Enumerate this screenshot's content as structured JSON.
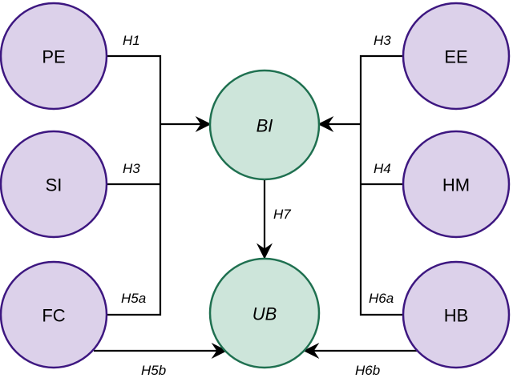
{
  "nodes": {
    "pe": {
      "label": "PE"
    },
    "si": {
      "label": "SI"
    },
    "fc": {
      "label": "FC"
    },
    "ee": {
      "label": "EE"
    },
    "hm": {
      "label": "HM"
    },
    "hb": {
      "label": "HB"
    },
    "bi": {
      "label": "BI"
    },
    "ub": {
      "label": "UB"
    }
  },
  "edges": {
    "pe_bi": {
      "label": "H1"
    },
    "si_bi": {
      "label": "H3"
    },
    "fc_bi": {
      "label": "H5a"
    },
    "fc_ub": {
      "label": "H5b"
    },
    "ee_bi": {
      "label": "H3"
    },
    "hm_bi": {
      "label": "H4"
    },
    "hb_bi": {
      "label": "H6a"
    },
    "hb_ub": {
      "label": "H6b"
    },
    "bi_ub": {
      "label": "H7"
    }
  },
  "colors": {
    "outer_fill": "#dcd1ea",
    "outer_stroke": "#3d1780",
    "center_fill": "#cde5da",
    "center_stroke": "#1f7050"
  }
}
